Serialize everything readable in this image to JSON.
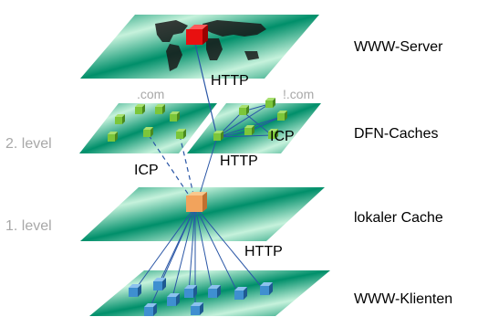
{
  "layers": {
    "server": "WWW-Server",
    "dfn": "DFN-Caches",
    "local": "lokaler Cache",
    "clients": "WWW-Klienten"
  },
  "levels": {
    "second": "2. level",
    "first": "1. level"
  },
  "domains": {
    "left": ".com",
    "right": "!.com"
  },
  "protocols": {
    "server_link": "HTTP",
    "icp_right": "ICP",
    "icp_left": "ICP",
    "dfn_http": "HTTP",
    "client_http": "HTTP"
  },
  "colors": {
    "plane_dark": "#008f6a",
    "plane_light": "#c6f2dc",
    "server": "#e81010",
    "local_cache": "#f2a35c",
    "dfn_node": "#7cc63a",
    "client": "#3f8fd0",
    "link": "#2a56a6",
    "level_text": "#a8a8a8"
  }
}
